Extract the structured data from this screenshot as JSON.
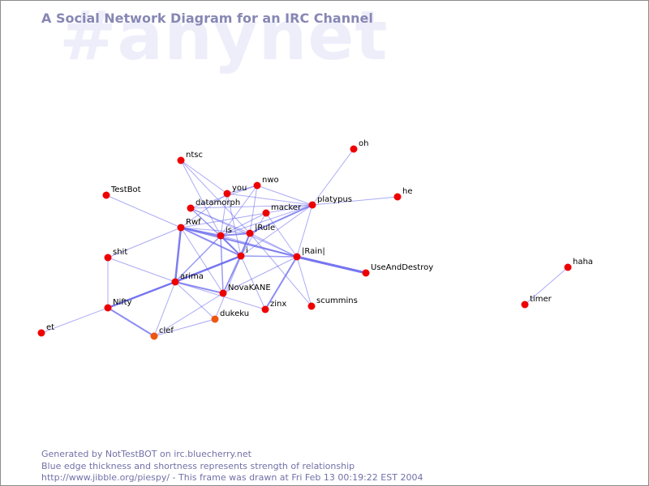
{
  "watermark": "#anynet",
  "title": "A Social Network Diagram for an IRC Channel",
  "footer": {
    "line1": "Generated by NotTestBOT on irc.bluecherry.net",
    "line2": "Blue edge thickness and shortness represents strength of relationship",
    "line3": "http://www.jibble.org/piespy/ - This frame was drawn at Fri Feb 13 00:19:22 EST 2004"
  },
  "colors": {
    "node": "#ee0000",
    "node_highlight": "#ee5511",
    "edge": "#6666ee",
    "title": "#8787b4",
    "watermark": "#eeeefb"
  },
  "nodes": [
    {
      "id": "ntsc",
      "label": "ntsc"
    },
    {
      "id": "you",
      "label": "you"
    },
    {
      "id": "nwo",
      "label": "nwo"
    },
    {
      "id": "oh",
      "label": "oh"
    },
    {
      "id": "TestBot",
      "label": "TestBot"
    },
    {
      "id": "datamorph",
      "label": "datamorph"
    },
    {
      "id": "macker",
      "label": "macker"
    },
    {
      "id": "platypus",
      "label": "platypus"
    },
    {
      "id": "he",
      "label": "he"
    },
    {
      "id": "Rwf",
      "label": "Rwf"
    },
    {
      "id": "is",
      "label": "is"
    },
    {
      "id": "IRule",
      "label": "|Rule"
    },
    {
      "id": "IRainI",
      "label": "|Rain|"
    },
    {
      "id": "i",
      "label": "i"
    },
    {
      "id": "shit",
      "label": "shit"
    },
    {
      "id": "UseAndDestroy",
      "label": "UseAndDestroy"
    },
    {
      "id": "arima",
      "label": "arima"
    },
    {
      "id": "NovaKANE",
      "label": "NovaKANE"
    },
    {
      "id": "Nifty",
      "label": "Nifty"
    },
    {
      "id": "zinx",
      "label": "zinx"
    },
    {
      "id": "scummins",
      "label": "scummins"
    },
    {
      "id": "dukeku",
      "label": "dukeku",
      "highlight": true
    },
    {
      "id": "clef",
      "label": "clef",
      "highlight": true
    },
    {
      "id": "et",
      "label": "et"
    },
    {
      "id": "haha",
      "label": "haha"
    },
    {
      "id": "timer",
      "label": "timer"
    }
  ],
  "edges": [
    {
      "a": "ntsc",
      "b": "you",
      "w": 1
    },
    {
      "a": "ntsc",
      "b": "IRule",
      "w": 1
    },
    {
      "a": "ntsc",
      "b": "is",
      "w": 1
    },
    {
      "a": "you",
      "b": "nwo",
      "w": 1
    },
    {
      "a": "you",
      "b": "platypus",
      "w": 1
    },
    {
      "a": "you",
      "b": "Rwf",
      "w": 1
    },
    {
      "a": "you",
      "b": "is",
      "w": 1
    },
    {
      "a": "you",
      "b": "i",
      "w": 1
    },
    {
      "a": "nwo",
      "b": "datamorph",
      "w": 1
    },
    {
      "a": "nwo",
      "b": "platypus",
      "w": 1
    },
    {
      "a": "nwo",
      "b": "IRule",
      "w": 1
    },
    {
      "a": "nwo",
      "b": "is",
      "w": 1
    },
    {
      "a": "oh",
      "b": "platypus",
      "w": 1
    },
    {
      "a": "he",
      "b": "platypus",
      "w": 1
    },
    {
      "a": "platypus",
      "b": "datamorph",
      "w": 1
    },
    {
      "a": "platypus",
      "b": "macker",
      "w": 1
    },
    {
      "a": "platypus",
      "b": "IRule",
      "w": 2
    },
    {
      "a": "platypus",
      "b": "is",
      "w": 1
    },
    {
      "a": "platypus",
      "b": "i",
      "w": 1
    },
    {
      "a": "platypus",
      "b": "IRainI",
      "w": 1
    },
    {
      "a": "TestBot",
      "b": "Rwf",
      "w": 1
    },
    {
      "a": "datamorph",
      "b": "is",
      "w": 1
    },
    {
      "a": "datamorph",
      "b": "i",
      "w": 1
    },
    {
      "a": "datamorph",
      "b": "IRule",
      "w": 1
    },
    {
      "a": "datamorph",
      "b": "IRainI",
      "w": 1
    },
    {
      "a": "macker",
      "b": "Rwf",
      "w": 1
    },
    {
      "a": "macker",
      "b": "is",
      "w": 1
    },
    {
      "a": "macker",
      "b": "i",
      "w": 1
    },
    {
      "a": "macker",
      "b": "IRainI",
      "w": 1
    },
    {
      "a": "Rwf",
      "b": "is",
      "w": 2
    },
    {
      "a": "Rwf",
      "b": "IRule",
      "w": 1
    },
    {
      "a": "Rwf",
      "b": "i",
      "w": 2
    },
    {
      "a": "Rwf",
      "b": "IRainI",
      "w": 2
    },
    {
      "a": "Rwf",
      "b": "arima",
      "w": 2.5
    },
    {
      "a": "Rwf",
      "b": "NovaKANE",
      "w": 1
    },
    {
      "a": "Rwf",
      "b": "shit",
      "w": 1
    },
    {
      "a": "is",
      "b": "IRule",
      "w": 2
    },
    {
      "a": "is",
      "b": "i",
      "w": 2
    },
    {
      "a": "is",
      "b": "arima",
      "w": 1.5
    },
    {
      "a": "is",
      "b": "NovaKANE",
      "w": 1.5
    },
    {
      "a": "is",
      "b": "IRainI",
      "w": 1
    },
    {
      "a": "IRule",
      "b": "i",
      "w": 2
    },
    {
      "a": "IRule",
      "b": "IRainI",
      "w": 1
    },
    {
      "a": "IRule",
      "b": "NovaKANE",
      "w": 1
    },
    {
      "a": "IRule",
      "b": "scummins",
      "w": 1
    },
    {
      "a": "i",
      "b": "IRainI",
      "w": 1.5
    },
    {
      "a": "i",
      "b": "arima",
      "w": 2.5
    },
    {
      "a": "i",
      "b": "NovaKANE",
      "w": 1.5
    },
    {
      "a": "i",
      "b": "zinx",
      "w": 1
    },
    {
      "a": "i",
      "b": "dukeku",
      "w": 1
    },
    {
      "a": "i",
      "b": "Nifty",
      "w": 1
    },
    {
      "a": "IRainI",
      "b": "UseAndDestroy",
      "w": 3
    },
    {
      "a": "IRainI",
      "b": "zinx",
      "w": 2
    },
    {
      "a": "IRainI",
      "b": "scummins",
      "w": 1
    },
    {
      "a": "IRainI",
      "b": "NovaKANE",
      "w": 1
    },
    {
      "a": "arima",
      "b": "Nifty",
      "w": 2.5
    },
    {
      "a": "arima",
      "b": "NovaKANE",
      "w": 2
    },
    {
      "a": "arima",
      "b": "zinx",
      "w": 1
    },
    {
      "a": "arima",
      "b": "clef",
      "w": 1
    },
    {
      "a": "arima",
      "b": "dukeku",
      "w": 1
    },
    {
      "a": "arima",
      "b": "shit",
      "w": 1
    },
    {
      "a": "shit",
      "b": "Nifty",
      "w": 1
    },
    {
      "a": "Nifty",
      "b": "clef",
      "w": 2
    },
    {
      "a": "Nifty",
      "b": "et",
      "w": 1
    },
    {
      "a": "clef",
      "b": "dukeku",
      "w": 1
    },
    {
      "a": "clef",
      "b": "NovaKANE",
      "w": 1
    },
    {
      "a": "haha",
      "b": "timer",
      "w": 1
    }
  ]
}
